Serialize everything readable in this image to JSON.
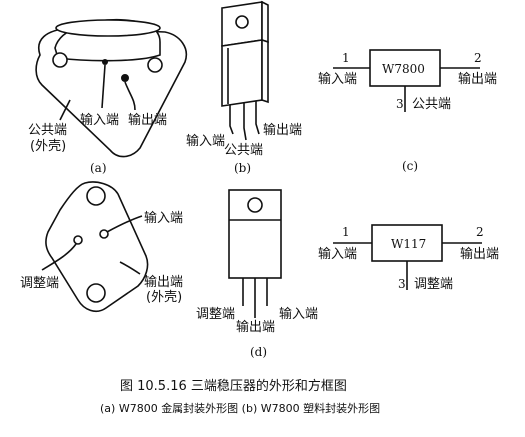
{
  "panel_a": {
    "common": "公共端",
    "shell": "(外壳)",
    "input": "输入端",
    "output": "输出端",
    "tag": "(a)"
  },
  "panel_b": {
    "input": "输入端",
    "output": "输出端",
    "common": "公共端",
    "tag": "(b)"
  },
  "panel_c": {
    "chip": "W7800",
    "pin1": "1",
    "pin2": "2",
    "pin3": "3",
    "input": "输入端",
    "output": "输出端",
    "common": "公共端",
    "tag": "(c)"
  },
  "panel_d_metal": {
    "input": "输入端",
    "adjust": "调整端",
    "output": "输出端",
    "shell": "(外壳)"
  },
  "panel_d_plastic": {
    "adjust": "调整端",
    "output": "输出端",
    "input": "输入端",
    "tag": "(d)"
  },
  "panel_e": {
    "chip": "W117",
    "pin1": "1",
    "pin2": "2",
    "pin3": "3",
    "input": "输入端",
    "output": "输出端",
    "adjust": "调整端"
  },
  "caption": {
    "title": "图 10.5.16   三端稳压器的外形和方框图",
    "subtitle": "(a) W7800 金属封装外形图   (b) W7800 塑料封装外形图"
  }
}
